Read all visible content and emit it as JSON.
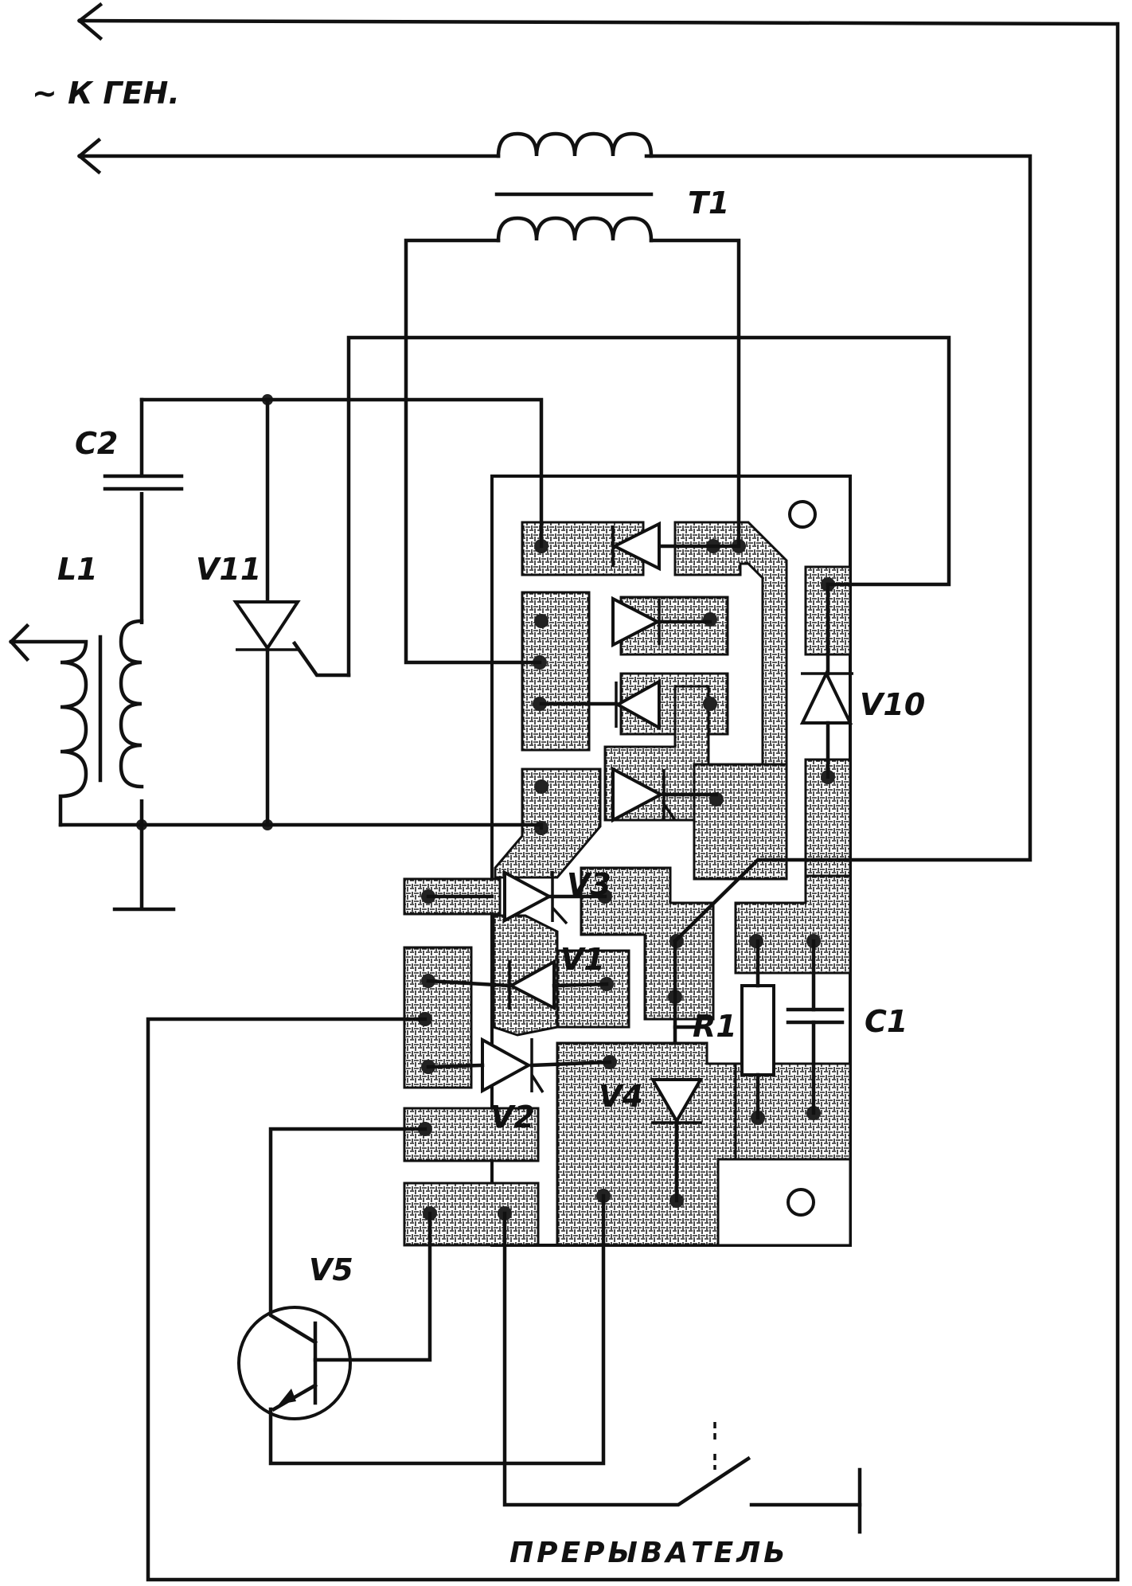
{
  "labels": {
    "generator": "~ К ГЕН.",
    "t1": "Т1",
    "c2": "С2",
    "l1": "L1",
    "v11": "V11",
    "v10": "V10",
    "v3": "V3",
    "v1": "V1",
    "r1": "R1",
    "c1": "C1",
    "v2": "V2",
    "v4": "V4",
    "v5": "V5",
    "breaker": "ПРЕРЫВАТЕЛЬ"
  }
}
